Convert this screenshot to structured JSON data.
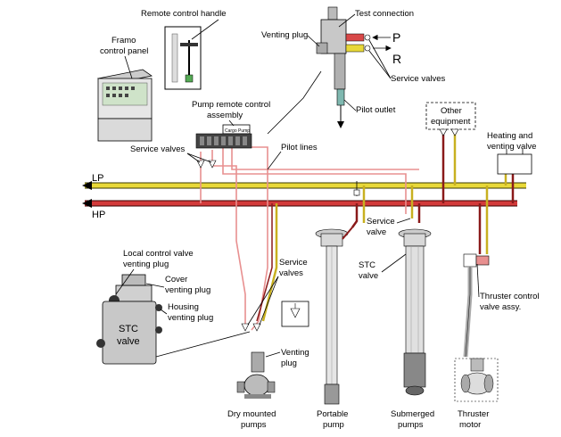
{
  "labels": {
    "remote_control_handle": "Remote control handle",
    "framo_panel_1": "Framo",
    "framo_panel_2": "control panel",
    "test_connection": "Test connection",
    "venting_plug_top": "Venting plug",
    "p": "P",
    "r": "R",
    "service_valves_top": "Service valves",
    "pilot_outlet": "Pilot outlet",
    "pump_remote_1": "Pump remote control",
    "pump_remote_2": "assembly",
    "other_equipment_1": "Other",
    "other_equipment_2": "equipment",
    "heating_venting_1": "Heating and",
    "heating_venting_2": "venting valve",
    "service_valves_left": "Service valves",
    "pilot_lines": "Pilot lines",
    "lp": "LP",
    "hp": "HP",
    "local_control_1": "Local control valve",
    "local_control_2": "venting plug",
    "cover_venting_1": "Cover",
    "cover_venting_2": "venting plug",
    "housing_venting_1": "Housing",
    "housing_venting_2": "venting plug",
    "stc_valve_body_1": "STC",
    "stc_valve_body_2": "valve",
    "service_valves_mid_1": "Service",
    "service_valves_mid_2": "valves",
    "venting_plug_mid_1": "Venting",
    "venting_plug_mid_2": "plug",
    "service_valve_right_1": "Service",
    "service_valve_right_2": "valve",
    "stc_valve_right_1": "STC",
    "stc_valve_right_2": "valve",
    "thruster_control_1": "Thruster control",
    "thruster_control_2": "valve assy.",
    "dry_mounted_1": "Dry mounted",
    "dry_mounted_2": "pumps",
    "portable_1": "Portable",
    "portable_2": "pump",
    "submerged_1": "Submerged",
    "submerged_2": "pumps",
    "thruster_motor_1": "Thruster",
    "thruster_motor_2": "motor",
    "assembly_plate": "Cargo Pump"
  },
  "colors": {
    "lp_line": "#e8d838",
    "hp_line": "#d23a3a",
    "pilot_line": "#e89090",
    "dark_red": "#8a1a1a",
    "equipment_grey": "#b8b8b8"
  }
}
